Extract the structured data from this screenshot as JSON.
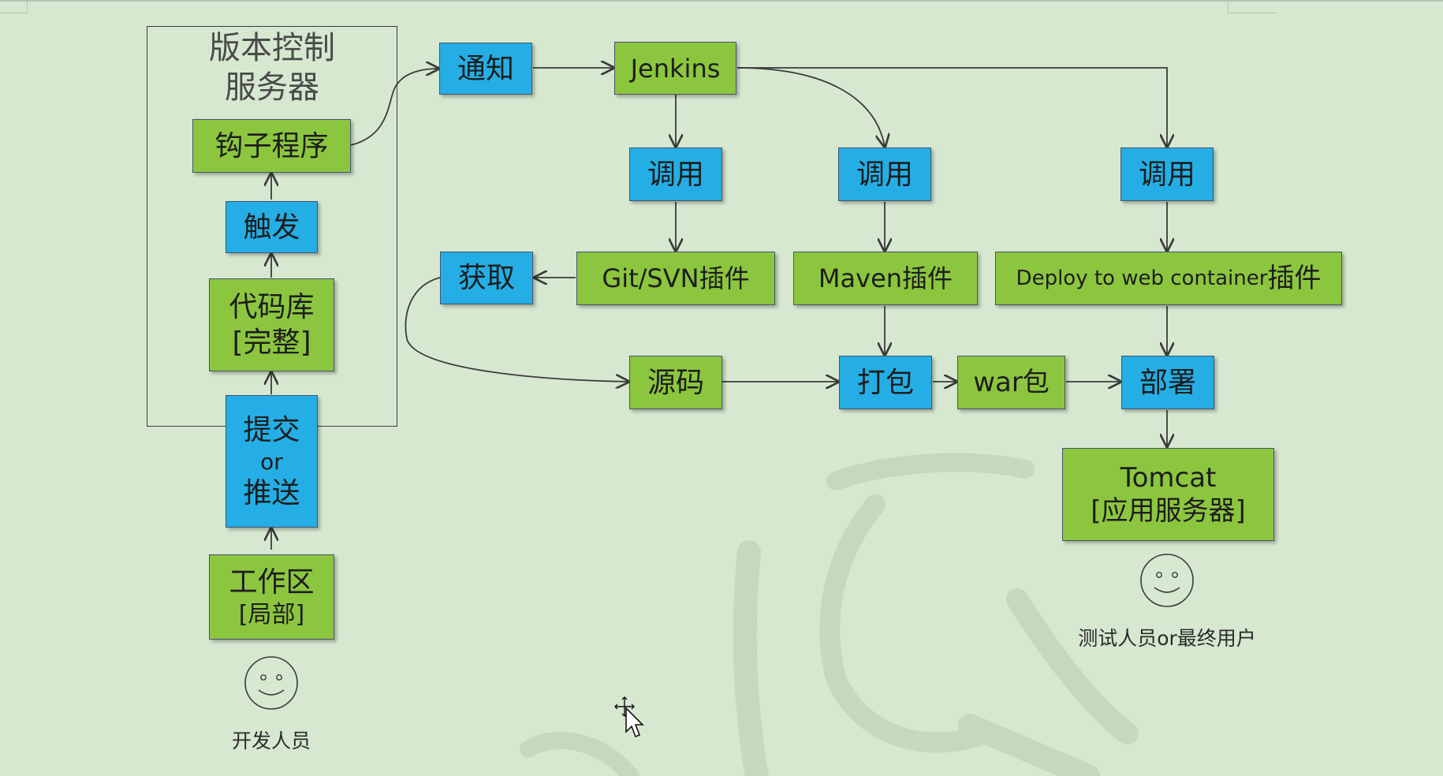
{
  "vcs_server": {
    "title_line1": "版本控制",
    "title_line2": "服务器"
  },
  "nodes": {
    "hook": "钩子程序",
    "trigger": "触发",
    "repo_line1": "代码库",
    "repo_line2": "[完整]",
    "commit_line1": "提交",
    "commit_line2": "or",
    "commit_line3": "推送",
    "workspace_line1": "工作区",
    "workspace_line2": "[局部]",
    "notify": "通知",
    "jenkins": "Jenkins",
    "invoke_git": "调用",
    "invoke_maven": "调用",
    "invoke_deploy": "调用",
    "fetch": "获取",
    "git_svn_plugin": "Git/SVN插件",
    "maven_plugin": "Maven插件",
    "deploy_plugin_prefix": "Deploy to web container",
    "deploy_plugin_suffix": "插件",
    "source": "源码",
    "package": "打包",
    "war": "war包",
    "deploy": "部署",
    "tomcat_line1": "Tomcat",
    "tomcat_line2": "[应用服务器]"
  },
  "people": {
    "developer": "开发人员",
    "tester": "测试人员or最终用户"
  },
  "colors": {
    "green": "#8cc63f",
    "blue": "#24aee5",
    "background": "#d7e8d0",
    "line": "#3b3b3b"
  },
  "icons": [
    "smiley-face-icon",
    "move-cursor-icon"
  ]
}
